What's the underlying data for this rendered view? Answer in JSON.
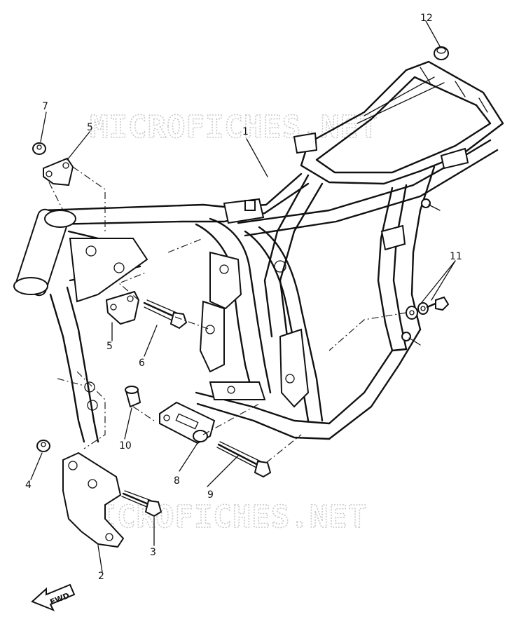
{
  "watermark": "MICROFICHES.NET",
  "fwd_arrow": "FWD",
  "callouts": [
    {
      "id": "1",
      "text": "1"
    },
    {
      "id": "2",
      "text": "2"
    },
    {
      "id": "3",
      "text": "3"
    },
    {
      "id": "4",
      "text": "4"
    },
    {
      "id": "5a",
      "text": "5"
    },
    {
      "id": "5b",
      "text": "5"
    },
    {
      "id": "6",
      "text": "6"
    },
    {
      "id": "7",
      "text": "7"
    },
    {
      "id": "8",
      "text": "8"
    },
    {
      "id": "9",
      "text": "9"
    },
    {
      "id": "10",
      "text": "10"
    },
    {
      "id": "11",
      "text": "11"
    },
    {
      "id": "12",
      "text": "12"
    }
  ],
  "icons": {
    "frame": "motorcycle-frame",
    "fwd": "forward-direction-arrow"
  }
}
